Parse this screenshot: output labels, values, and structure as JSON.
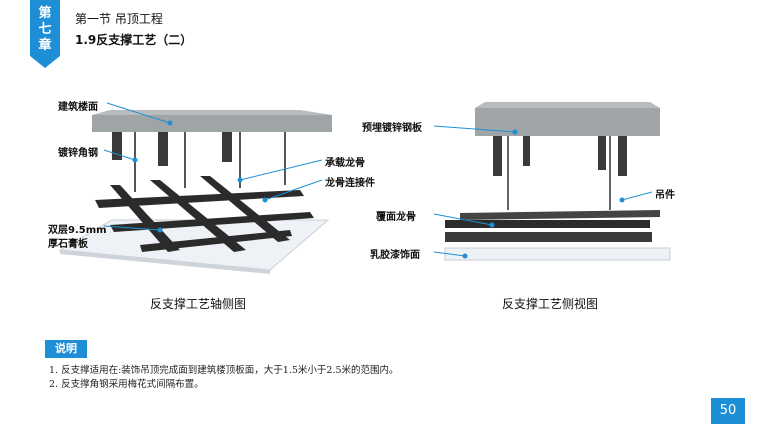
{
  "header": {
    "chapter_chars": [
      "第",
      "七",
      "章"
    ],
    "section_title": "第一节  吊顶工程",
    "subsection_title": "1.9反支撑工艺（二）"
  },
  "figure_left": {
    "labels": {
      "slab": "建筑楼面",
      "angle_steel": "镀锌角钢",
      "main_keel": "承载龙骨",
      "connector": "龙骨连接件",
      "gypsum_line1": "双层9.5mm",
      "gypsum_line2": "厚石膏板"
    },
    "caption": "反支撑工艺轴侧图"
  },
  "figure_right": {
    "labels": {
      "embedded_plate": "预埋镀锌钢板",
      "hanger": "吊件",
      "cover_keel": "覆面龙骨",
      "latex_finish": "乳胶漆饰面"
    },
    "caption": "反支撑工艺侧视图"
  },
  "notes": {
    "tag": "说明",
    "lines": [
      "1. 反支撑适用在:装饰吊顶完成面到建筑楼顶板面，大于1.5米小于2.5米的范围内。",
      "2. 反支撑角钢采用梅花式间隔布置。"
    ]
  },
  "page_number": "50",
  "colors": {
    "accent": "#1e8fd6",
    "leader": "#1e8fd6"
  }
}
